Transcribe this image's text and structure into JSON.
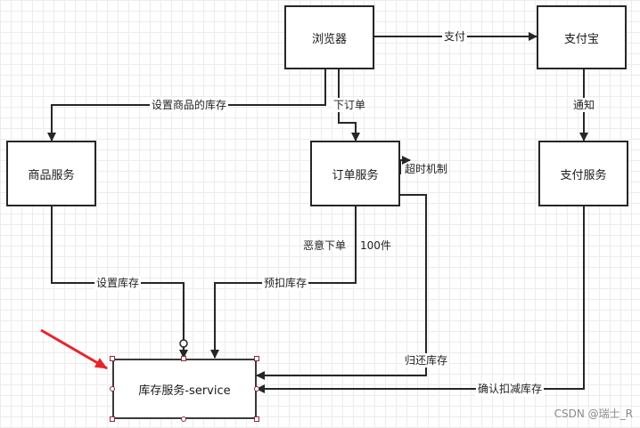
{
  "diagram": {
    "nodes": {
      "browser": "浏览器",
      "alipay": "支付宝",
      "goods_service": "商品服务",
      "order_service": "订单服务",
      "payment_service": "支付服务",
      "inventory_service": "库存服务-service"
    },
    "edges": {
      "pay": "支付",
      "set_goods_inventory": "设置商品的库存",
      "place_order": "下订单",
      "notify": "通知",
      "timeout": "超时机制",
      "malicious_order": "恶意下单",
      "quantity": "100件",
      "set_inventory": "设置库存",
      "pre_deduct": "预扣库存",
      "return_inventory": "归还库存",
      "confirm_deduct": "确认扣减库存"
    }
  },
  "watermark": "CSDN @瑞士_R",
  "colors": {
    "line": "#262626",
    "annotation_arrow": "#e8242b",
    "selection_handle": "#8a2b3b"
  }
}
